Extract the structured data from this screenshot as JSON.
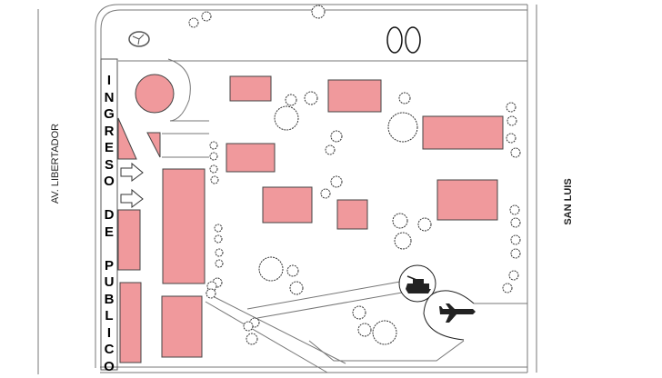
{
  "streets": {
    "west": "AV. LIBERTADOR",
    "east": "SAN LUIS"
  },
  "entrance_label": "INGRESO DE PUBLICO",
  "colors": {
    "building": "#f0999c",
    "outline": "#444444"
  },
  "icons": [
    "tank-icon",
    "airplane-icon",
    "clock-icon",
    "tree-icon",
    "arrow-right-icon"
  ]
}
